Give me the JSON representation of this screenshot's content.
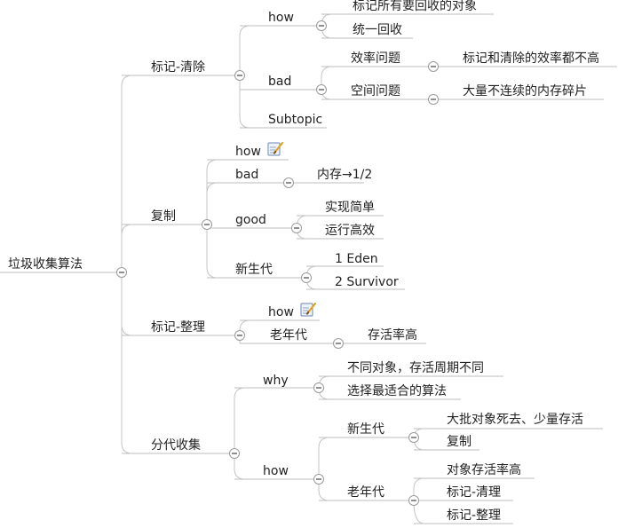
{
  "root": "垃圾收集算法",
  "branches": {
    "mark_sweep": {
      "label": "标记-清除",
      "how": {
        "label": "how",
        "children": [
          "标记所有要回收的对象",
          "统一回收"
        ]
      },
      "bad": {
        "label": "bad",
        "efficiency": {
          "label": "效率问题",
          "child": "标记和清除的效率都不高"
        },
        "space": {
          "label": "空间问题",
          "child": "大量不连续的内存碎片"
        }
      },
      "subtopic": "Subtopic"
    },
    "copying": {
      "label": "复制",
      "how": "how",
      "bad": {
        "label": "bad",
        "child": "内存→1/2"
      },
      "good": {
        "label": "good",
        "children": [
          "实现简单",
          "运行高效"
        ]
      },
      "young": {
        "label": "新生代",
        "children": [
          "1 Eden",
          "2 Survivor"
        ]
      }
    },
    "mark_compact": {
      "label": "标记-整理",
      "how": "how",
      "old": {
        "label": "老年代",
        "child": "存活率高"
      }
    },
    "generational": {
      "label": "分代收集",
      "why": {
        "label": "why",
        "children": [
          "不同对象，存活周期不同",
          "选择最适合的算法"
        ]
      },
      "how": {
        "label": "how",
        "young": {
          "label": "新生代",
          "children": [
            "大批对象死去、少量存活",
            "复制"
          ]
        },
        "old": {
          "label": "老年代",
          "children": [
            "对象存活率高",
            "标记-清理",
            "标记-整理"
          ]
        }
      }
    }
  },
  "icons": {
    "collapse": "minus-circle-icon",
    "note": "note-pencil-icon"
  },
  "colors": {
    "connector": "#c4c4c4",
    "underline": "#bdbdbd",
    "text": "#222222",
    "toggle_border": "#9a9a9a"
  }
}
